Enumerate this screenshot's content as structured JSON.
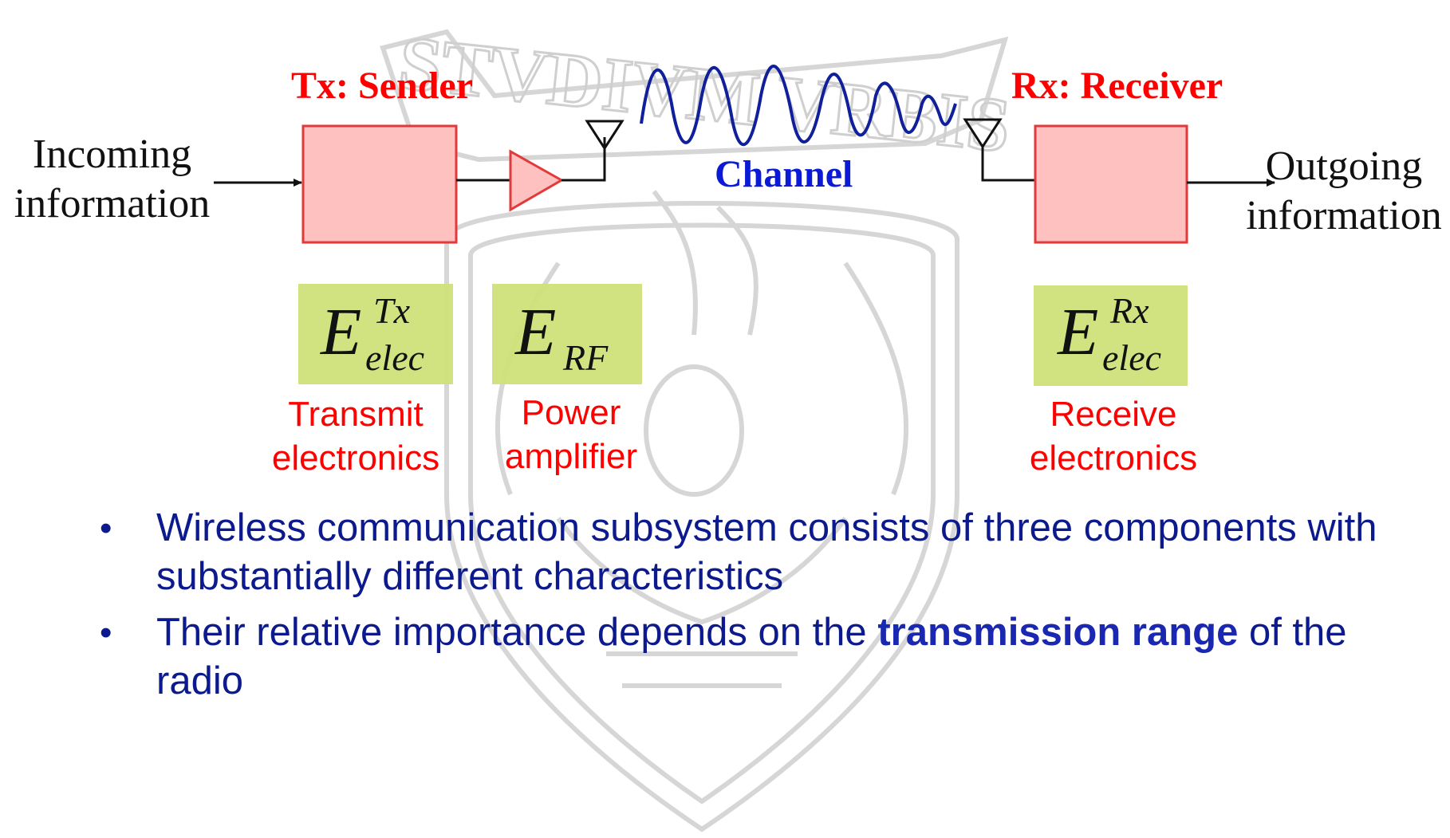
{
  "diagram": {
    "incoming_label": [
      "Incoming",
      "information"
    ],
    "outgoing_label": [
      "Outgoing",
      "information"
    ],
    "sender_title": "Tx: Sender",
    "receiver_title": "Rx: Receiver",
    "channel_label": "Channel",
    "colors": {
      "block_fill": "#ffc0c0",
      "block_stroke": "#e23a3a",
      "energy_box": "#cfe27a",
      "accent_red": "#ff0000",
      "channel_blue": "#0a1ad6",
      "wave": "#10209a"
    }
  },
  "energy_terms": [
    {
      "symbol": "E",
      "superscript": "Tx",
      "subscript": "elec",
      "caption": [
        "Transmit",
        "electronics"
      ]
    },
    {
      "symbol": "E",
      "superscript": "",
      "subscript": "RF",
      "caption": [
        "Power",
        "amplifier"
      ]
    },
    {
      "symbol": "E",
      "superscript": "Rx",
      "subscript": "elec",
      "caption": [
        "Receive",
        "electronics"
      ]
    }
  ],
  "bullets": [
    {
      "text": "Wireless communication subsystem consists of three components with substantially different characteristics"
    },
    {
      "before": "Their relative importance depends on the ",
      "bold": "transmission range",
      "after": " of the radio"
    }
  ],
  "bullet_symbol": "•",
  "watermark_text": "STVDIVM VRBIS"
}
